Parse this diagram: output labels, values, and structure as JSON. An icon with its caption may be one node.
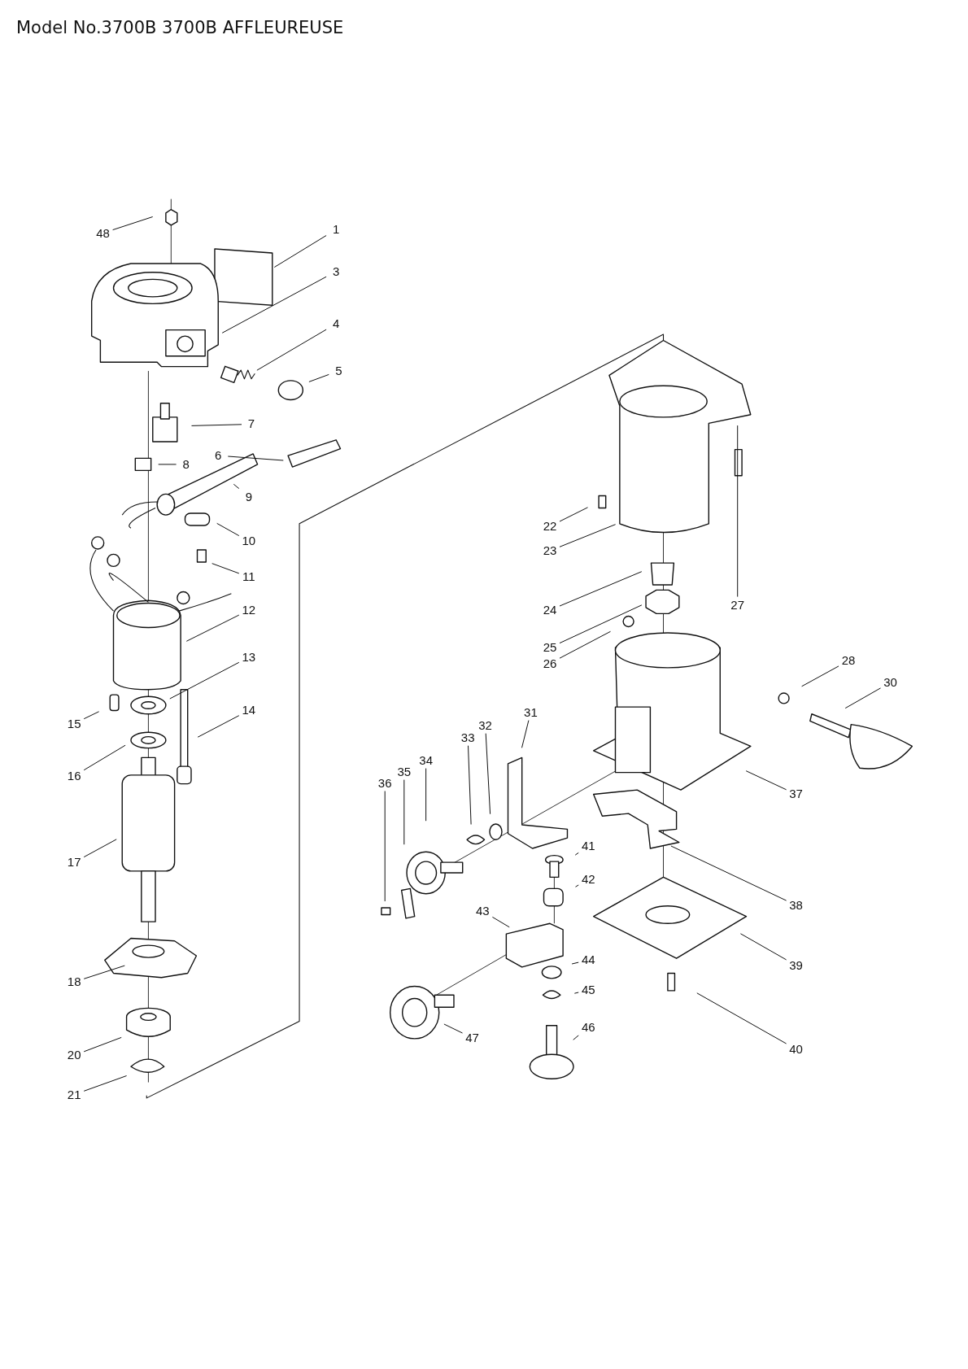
{
  "diagram": {
    "title": "Model No.3700B 3700B AFFLEUREUSE",
    "nodes": [
      {
        "text": [
          "48"
        ]
      },
      {
        "text": [
          "1"
        ]
      },
      {
        "text": [
          "3"
        ]
      },
      {
        "text": [
          "4"
        ]
      },
      {
        "text": [
          "5"
        ]
      },
      {
        "text": [
          "7"
        ]
      },
      {
        "text": [
          "6"
        ]
      },
      {
        "text": [
          "8"
        ]
      },
      {
        "text": [
          "9"
        ]
      },
      {
        "text": [
          "10"
        ]
      },
      {
        "text": [
          "11"
        ]
      },
      {
        "text": [
          "12"
        ]
      },
      {
        "text": [
          "13"
        ]
      },
      {
        "text": [
          "14"
        ]
      },
      {
        "text": [
          "15"
        ]
      },
      {
        "text": [
          "16"
        ]
      },
      {
        "text": [
          "17"
        ]
      },
      {
        "text": [
          "18"
        ]
      },
      {
        "text": [
          "20"
        ]
      },
      {
        "text": [
          "21"
        ]
      },
      {
        "text": [
          "22"
        ]
      },
      {
        "text": [
          "23"
        ]
      },
      {
        "text": [
          "24"
        ]
      },
      {
        "text": [
          "25"
        ]
      },
      {
        "text": [
          "26"
        ]
      },
      {
        "text": [
          "27"
        ]
      },
      {
        "text": [
          "28"
        ]
      },
      {
        "text": [
          "30"
        ]
      },
      {
        "text": [
          "31"
        ]
      },
      {
        "text": [
          "32"
        ]
      },
      {
        "text": [
          "33"
        ]
      },
      {
        "text": [
          "34"
        ]
      },
      {
        "text": [
          "35"
        ]
      },
      {
        "text": [
          "36"
        ]
      },
      {
        "text": [
          "37"
        ]
      },
      {
        "text": [
          "38"
        ]
      },
      {
        "text": [
          "39"
        ]
      },
      {
        "text": [
          "40"
        ]
      },
      {
        "text": [
          "41"
        ]
      },
      {
        "text": [
          "42"
        ]
      },
      {
        "text": [
          "43"
        ]
      },
      {
        "text": [
          "44"
        ]
      },
      {
        "text": [
          "45"
        ]
      },
      {
        "text": [
          "46"
        ]
      },
      {
        "text": [
          "47"
        ]
      }
    ],
    "edges": [
      {
        "from": 0,
        "to": null,
        "arrow": "none"
      },
      {
        "from": 1,
        "to": null,
        "arrow": "none"
      },
      {
        "from": 2,
        "to": null,
        "arrow": "none"
      },
      {
        "from": 3,
        "to": null,
        "arrow": "none"
      },
      {
        "from": 4,
        "to": null,
        "arrow": "none"
      },
      {
        "from": 5,
        "to": null,
        "arrow": "none"
      },
      {
        "from": 6,
        "to": null,
        "arrow": "none"
      },
      {
        "from": 7,
        "to": null,
        "arrow": "none"
      },
      {
        "from": 8,
        "to": null,
        "arrow": "none"
      },
      {
        "from": 9,
        "to": null,
        "arrow": "none"
      },
      {
        "from": 10,
        "to": null,
        "arrow": "none"
      },
      {
        "from": 11,
        "to": null,
        "arrow": "none"
      },
      {
        "from": 12,
        "to": null,
        "arrow": "none"
      },
      {
        "from": 13,
        "to": null,
        "arrow": "none"
      },
      {
        "from": 14,
        "to": null,
        "arrow": "none"
      },
      {
        "from": 15,
        "to": null,
        "arrow": "none"
      },
      {
        "from": 16,
        "to": null,
        "arrow": "none"
      },
      {
        "from": 17,
        "to": null,
        "arrow": "none"
      },
      {
        "from": 18,
        "to": null,
        "arrow": "none"
      },
      {
        "from": 19,
        "to": null,
        "arrow": "none"
      },
      {
        "from": 20,
        "to": null,
        "arrow": "none"
      },
      {
        "from": 21,
        "to": null,
        "arrow": "none"
      },
      {
        "from": 22,
        "to": null,
        "arrow": "none"
      },
      {
        "from": 23,
        "to": null,
        "arrow": "none"
      },
      {
        "from": 24,
        "to": null,
        "arrow": "none"
      },
      {
        "from": 25,
        "to": null,
        "arrow": "none"
      },
      {
        "from": 26,
        "to": null,
        "arrow": "none"
      },
      {
        "from": 27,
        "to": null,
        "arrow": "none"
      },
      {
        "from": 28,
        "to": null,
        "arrow": "none"
      },
      {
        "from": 29,
        "to": null,
        "arrow": "none"
      },
      {
        "from": 30,
        "to": null,
        "arrow": "none"
      },
      {
        "from": 31,
        "to": null,
        "arrow": "none"
      },
      {
        "from": 32,
        "to": null,
        "arrow": "none"
      },
      {
        "from": 33,
        "to": null,
        "arrow": "none"
      },
      {
        "from": 34,
        "to": null,
        "arrow": "none"
      },
      {
        "from": 35,
        "to": null,
        "arrow": "none"
      },
      {
        "from": 36,
        "to": null,
        "arrow": "none"
      },
      {
        "from": 37,
        "to": null,
        "arrow": "none"
      },
      {
        "from": 38,
        "to": null,
        "arrow": "none"
      },
      {
        "from": 39,
        "to": null,
        "arrow": "none"
      },
      {
        "from": 40,
        "to": null,
        "arrow": "none"
      },
      {
        "from": 41,
        "to": null,
        "arrow": "none"
      },
      {
        "from": 42,
        "to": null,
        "arrow": "none"
      },
      {
        "from": 43,
        "to": null,
        "arrow": "none"
      },
      {
        "from": 44,
        "to": null,
        "arrow": "none"
      }
    ]
  }
}
